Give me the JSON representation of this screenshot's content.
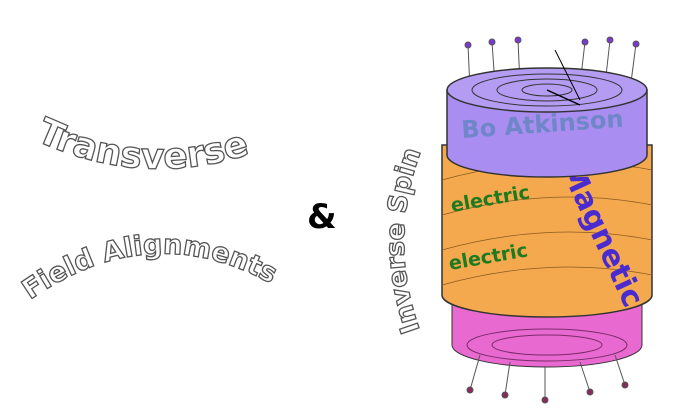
{
  "left_title": {
    "line1": "Transverse",
    "line2": "Field Alignments"
  },
  "connector": "&",
  "right_title": "Inverse Spin",
  "cylinder": {
    "watermark": "Bo Atkinson",
    "magnetic_label": "Magnetic",
    "electric_labels": [
      "electric",
      "electric"
    ]
  },
  "colors": {
    "top": "#a98df0",
    "middle": "#f5a94e",
    "bottom": "#e86ad0",
    "magnetic": "#4a2bd0",
    "electric": "#1f7a1f"
  }
}
